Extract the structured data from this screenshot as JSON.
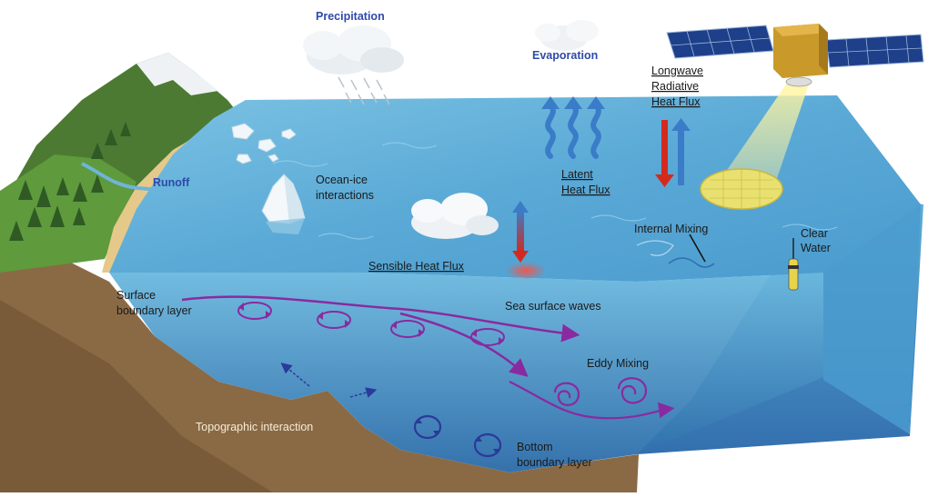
{
  "labels": {
    "precipitation": "Precipitation",
    "evaporation": "Evaporation",
    "longwave_1": "Longwave",
    "longwave_2": "Radiative",
    "longwave_3": "Heat Flux",
    "runoff": "Runoff",
    "ocean_ice_1": "Ocean-ice",
    "ocean_ice_2": "interactions",
    "latent_1": "Latent",
    "latent_2": "Heat Flux",
    "internal_mixing": "Internal Mixing",
    "clear_1": "Clear",
    "clear_2": "Water",
    "sensible": "Sensible Heat Flux",
    "sea_surface": "Sea surface waves",
    "surface_bl_1": "Surface",
    "surface_bl_2": "boundary layer",
    "eddy": "Eddy Mixing",
    "topographic": "Topographic interaction",
    "bottom_bl_1": "Bottom",
    "bottom_bl_2": "boundary layer"
  },
  "icons": {
    "satellite": "satellite-icon",
    "cloud": "cloud-icon",
    "iceberg": "iceberg-icon",
    "float": "profiling-float-icon"
  },
  "colors": {
    "ocean_top": "#5fb0d8",
    "ocean_side": "#3f92c8",
    "ocean_deep": "#2c6fae",
    "seafloor": "#8a6a45",
    "land_green": "#5a8a3a",
    "beach": "#e5c98a",
    "warm_arrow": "#d42a1e",
    "cool_arrow": "#3a7cc8",
    "circulation": "#8a2aa0",
    "bottom_circulation": "#2a3a9a",
    "label_blue": "#2f4aa8"
  }
}
